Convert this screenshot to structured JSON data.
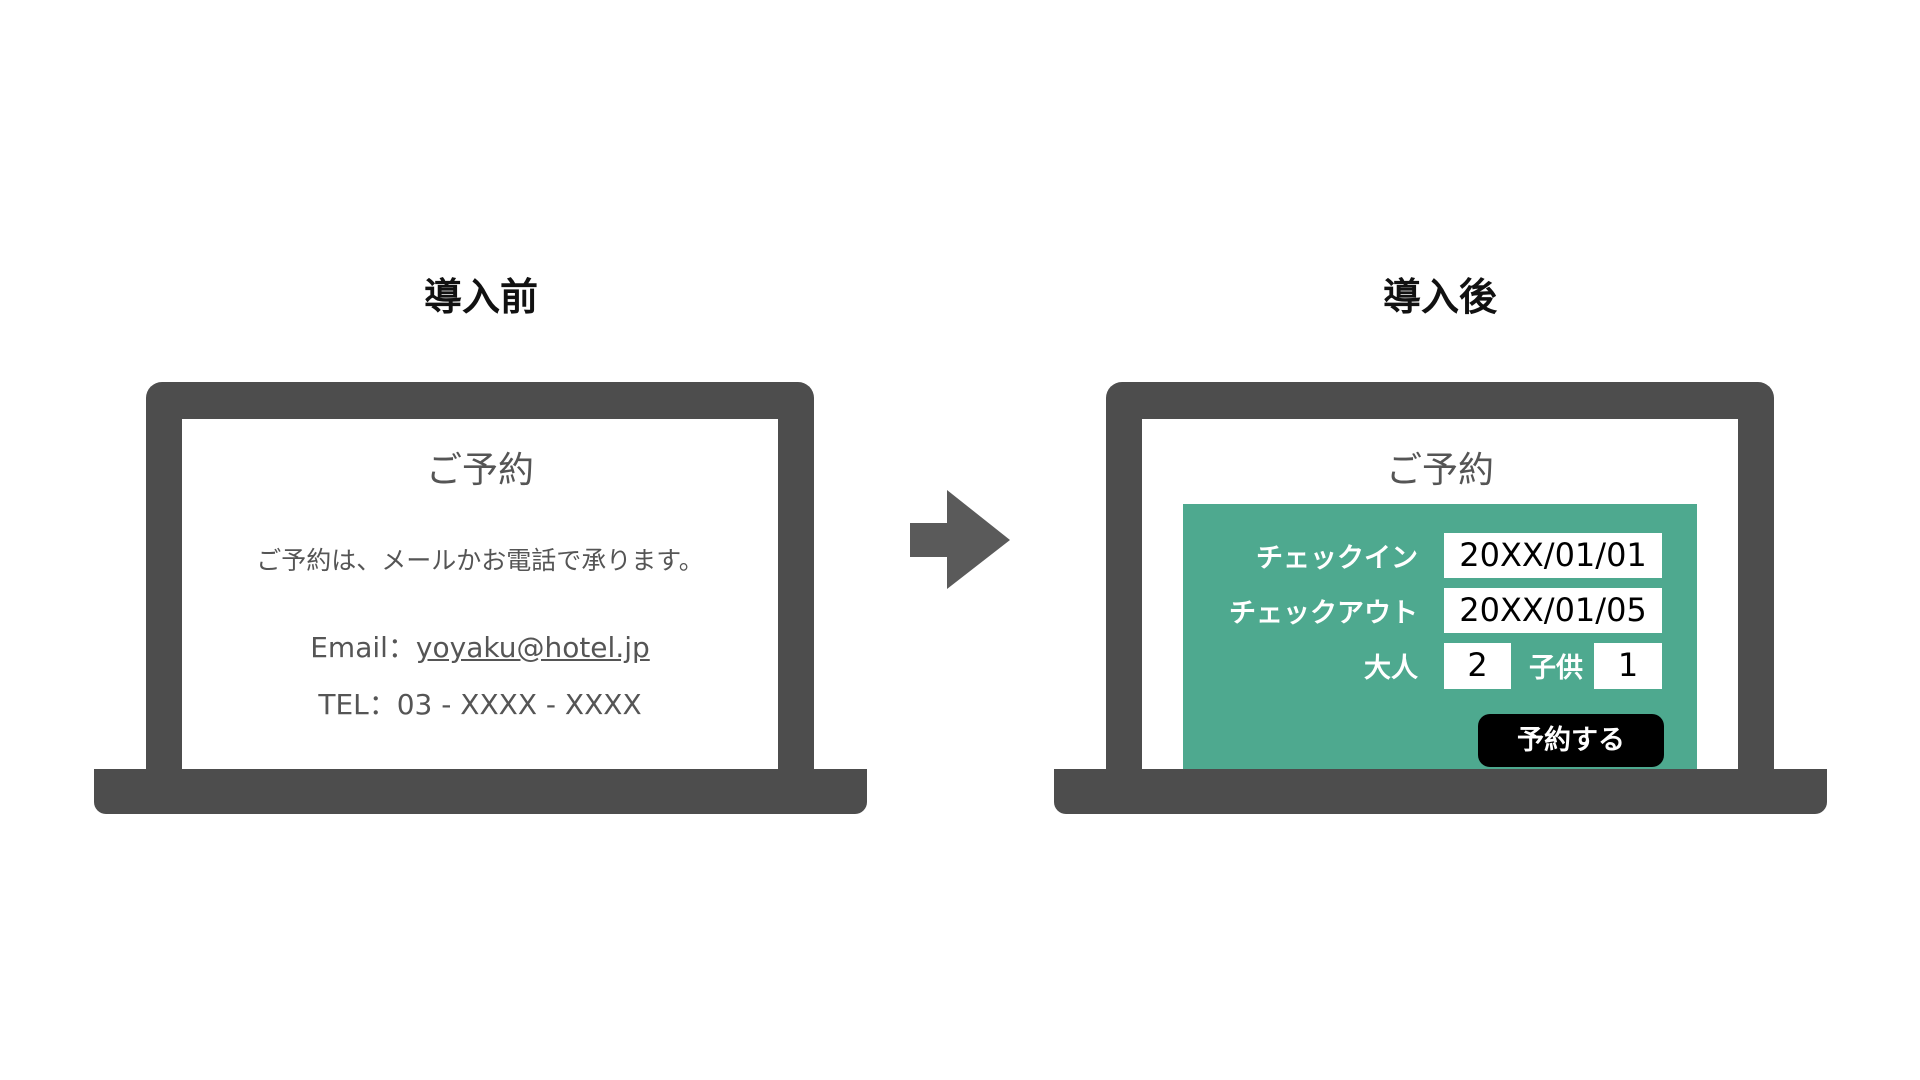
{
  "before": {
    "title": "導入前",
    "screen_heading": "ご予約",
    "message": "ご予約は、メールかお電話で承ります。",
    "email_label": "Email：",
    "email": "yoyaku@hotel.jp",
    "tel": "TEL：03 - XXXX - XXXX"
  },
  "after": {
    "title": "導入後",
    "screen_heading": "ご予約",
    "form": {
      "checkin_label": "チェックイン",
      "checkin_value": "20XX/01/01",
      "checkout_label": "チェックアウト",
      "checkout_value": "20XX/01/05",
      "adults_label": "大人",
      "adults_value": "2",
      "children_label": "子供",
      "children_value": "1",
      "submit_label": "予約する"
    }
  },
  "colors": {
    "device": "#4d4d4d",
    "form_bg": "#4ea98f",
    "button": "#000000"
  }
}
